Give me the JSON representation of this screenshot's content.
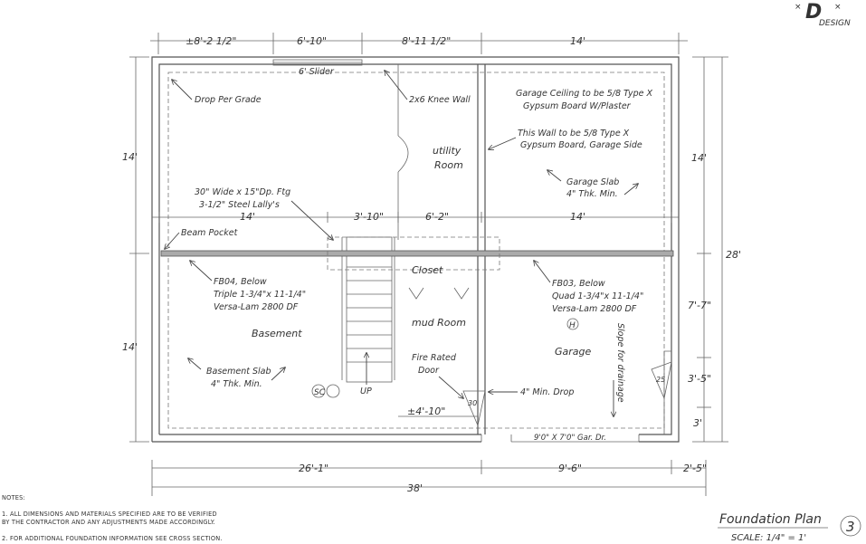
{
  "logo": {
    "text": "DESIGN",
    "mark": "D"
  },
  "dimensions": {
    "top": [
      "±8'-2 1/2\"",
      "6'-10\"",
      "8'-11 1/2\"",
      "14'"
    ],
    "left": [
      "14'",
      "14'"
    ],
    "right_outer": "28'",
    "right_inner": [
      "14'",
      "7'-7\"",
      "3'-5\"",
      "3'"
    ],
    "middle": [
      "14'",
      "3'-10\"",
      "6'-2\"",
      "14'"
    ],
    "bottom": [
      "26'-1\"",
      "9'-6\"",
      "2'-5\""
    ],
    "overall": "38'",
    "door_offset": "±4'-10\""
  },
  "rooms": {
    "utility": "utility\nRoom",
    "basement": "Basement",
    "closet": "Closet",
    "mud": "mud Room",
    "garage": "Garage"
  },
  "labels": {
    "slider": "6' Slider",
    "drop_per_grade": "Drop Per Grade",
    "knee_wall": "2x6 Knee Wall",
    "garage_ceiling_1": "Garage Ceiling to be 5/8 Type X",
    "garage_ceiling_2": "Gypsum Board W/Plaster",
    "this_wall_1": "This Wall to be 5/8 Type X",
    "this_wall_2": "Gypsum Board, Garage Side",
    "garage_slab_1": "Garage Slab",
    "garage_slab_2": "4\" Thk. Min.",
    "footing_1": "30\" Wide x 15\"Dp. Ftg",
    "footing_2": "3-1/2\" Steel Lally's",
    "beam_pocket": "Beam Pocket",
    "fb04_1": "FB04, Below",
    "fb04_2": "Triple 1-3/4\"x 11-1/4\"",
    "fb04_3": "Versa-Lam 2800 DF",
    "fb03_1": "FB03, Below",
    "fb03_2": "Quad 1-3/4\"x 11-1/4\"",
    "fb03_3": "Versa-Lam 2800 DF",
    "basement_slab_1": "Basement Slab",
    "basement_slab_2": "4\" Thk. Min.",
    "sc": "SC",
    "up": "UP",
    "fire_door_1": "Fire Rated",
    "fire_door_2": "Door",
    "min_drop": "4\" Min. Drop",
    "slope": "Slope for drainage",
    "garage_door": "9'0\" X 7'0\" Gar. Dr.",
    "h_symbol": "H",
    "door_30": "30",
    "door_25": "25"
  },
  "notes": {
    "heading": "NOTES:",
    "items": [
      "1.   ALL DIMENSIONS AND MATERIALS SPECIFIED ARE TO BE VERIFIED",
      "      BY THE CONTRACTOR AND ANY ADJUSTMENTS MADE ACCORDINGLY.",
      "2.   FOR ADDITIONAL FOUNDATION INFORMATION SEE CROSS SECTION."
    ]
  },
  "title_block": {
    "title": "Foundation Plan",
    "scale": "SCALE: 1/4\" = 1'",
    "sheet": "3"
  }
}
